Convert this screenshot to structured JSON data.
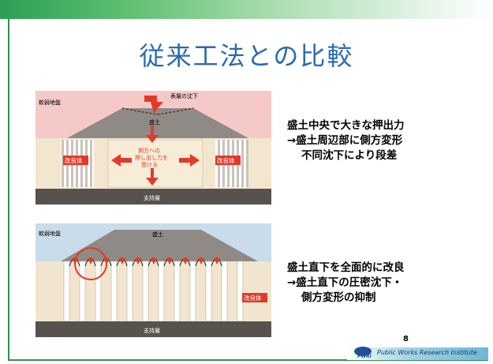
{
  "slide": {
    "title": "従来工法との比較",
    "page_number": "8",
    "footer": "Public Works Research Institute",
    "logo_text": "PWRI"
  },
  "diagram1": {
    "soft_ground": "軟弱地盤",
    "surface_settlement": "表層の沈下",
    "embankment": "盛土",
    "lateral_force_lines": [
      "側方への",
      "押し出し力を",
      "受ける"
    ],
    "improved_left": "改良体",
    "improved_right": "改良体",
    "bearing_layer": "支持層"
  },
  "diagram2": {
    "soft_ground": "軟弱地盤",
    "embankment": "盛土",
    "improved": "改良体",
    "bearing_layer": "支持層"
  },
  "description1": {
    "lines": [
      "盛土中央で大きな押出力",
      "→盛土周辺部に側方変形",
      "不同沈下により段差"
    ]
  },
  "description2": {
    "lines": [
      "盛土直下を全面的に改良",
      "→盛土直下の圧密沈下・",
      "側方変形の抑制"
    ]
  },
  "colors": {
    "title": "#2a6ab0",
    "frame": "#2f8f4e",
    "improved_label_bg": "#e23a2a"
  }
}
